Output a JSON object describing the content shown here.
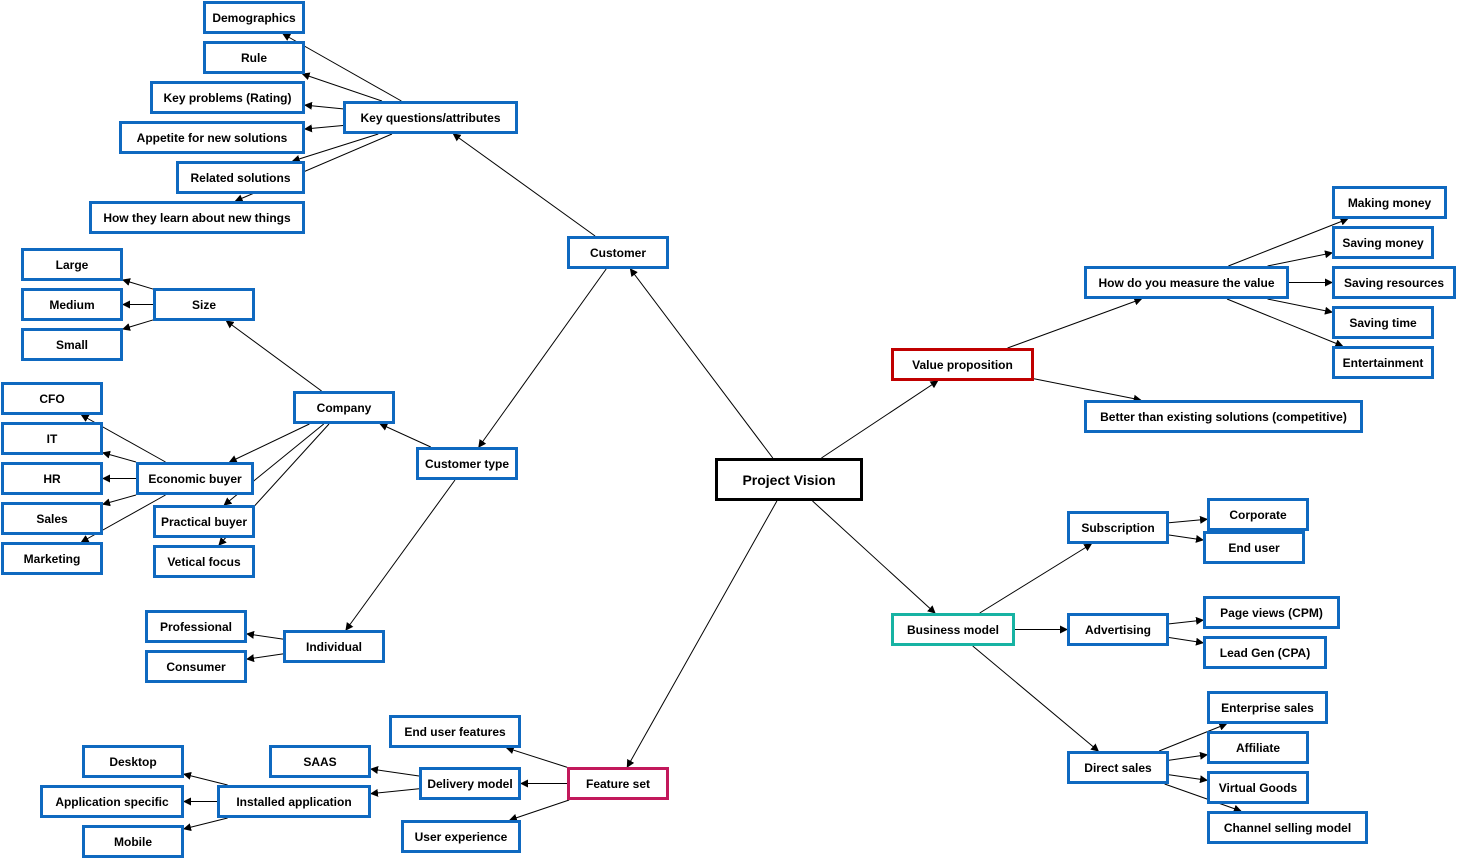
{
  "diagram": {
    "nodes": [
      {
        "id": "root",
        "label": "Project Vision",
        "style": "root"
      },
      {
        "id": "customer",
        "label": "Customer"
      },
      {
        "id": "kq",
        "label": "Key questions/attributes"
      },
      {
        "id": "demographics",
        "label": "Demographics"
      },
      {
        "id": "rule",
        "label": "Rule"
      },
      {
        "id": "keyproblems",
        "label": "Key problems (Rating)"
      },
      {
        "id": "appetite",
        "label": "Appetite for new solutions"
      },
      {
        "id": "related",
        "label": "Related solutions"
      },
      {
        "id": "howlearn",
        "label": "How they learn about new things"
      },
      {
        "id": "customertype",
        "label": "Customer type"
      },
      {
        "id": "company",
        "label": "Company"
      },
      {
        "id": "size",
        "label": "Size"
      },
      {
        "id": "large",
        "label": "Large"
      },
      {
        "id": "medium",
        "label": "Medium"
      },
      {
        "id": "small",
        "label": "Small"
      },
      {
        "id": "econbuyer",
        "label": "Economic buyer"
      },
      {
        "id": "cfo",
        "label": "CFO"
      },
      {
        "id": "it",
        "label": "IT"
      },
      {
        "id": "hr",
        "label": "HR"
      },
      {
        "id": "sales",
        "label": "Sales"
      },
      {
        "id": "marketing",
        "label": "Marketing"
      },
      {
        "id": "practical",
        "label": "Practical buyer"
      },
      {
        "id": "vetical",
        "label": "Vetical focus"
      },
      {
        "id": "individual",
        "label": "Individual"
      },
      {
        "id": "professional",
        "label": "Professional"
      },
      {
        "id": "consumer",
        "label": "Consumer"
      },
      {
        "id": "valueprop",
        "label": "Value proposition",
        "style": "red"
      },
      {
        "id": "measure",
        "label": "How do you measure the value"
      },
      {
        "id": "makingmoney",
        "label": "Making money"
      },
      {
        "id": "savingmoney",
        "label": "Saving money"
      },
      {
        "id": "savingresources",
        "label": "Saving resources"
      },
      {
        "id": "savingtime",
        "label": "Saving time"
      },
      {
        "id": "entertainment",
        "label": "Entertainment"
      },
      {
        "id": "better",
        "label": "Better than existing solutions (competitive)"
      },
      {
        "id": "businessmodel",
        "label": "Business model",
        "style": "teal"
      },
      {
        "id": "subscription",
        "label": "Subscription"
      },
      {
        "id": "corporate",
        "label": "Corporate"
      },
      {
        "id": "enduser",
        "label": "End user"
      },
      {
        "id": "advertising",
        "label": "Advertising"
      },
      {
        "id": "pageviews",
        "label": "Page views (CPM)"
      },
      {
        "id": "leadgen",
        "label": "Lead Gen (CPA)"
      },
      {
        "id": "directsales",
        "label": "Direct sales"
      },
      {
        "id": "enterprisesales",
        "label": "Enterprise sales"
      },
      {
        "id": "affiliate",
        "label": "Affiliate"
      },
      {
        "id": "virtualgoods",
        "label": "Virtual Goods"
      },
      {
        "id": "channel",
        "label": "Channel selling model"
      },
      {
        "id": "featureset",
        "label": "Feature set",
        "style": "magenta"
      },
      {
        "id": "enduserfeatures",
        "label": "End user features"
      },
      {
        "id": "delivery",
        "label": "Delivery model"
      },
      {
        "id": "saas",
        "label": "SAAS"
      },
      {
        "id": "installed",
        "label": "Installed application"
      },
      {
        "id": "desktop",
        "label": "Desktop"
      },
      {
        "id": "appspecific",
        "label": "Application specific"
      },
      {
        "id": "mobile",
        "label": "Mobile"
      },
      {
        "id": "userexperience",
        "label": "User experience"
      }
    ],
    "edges": [
      [
        "root",
        "customer"
      ],
      [
        "customer",
        "kq"
      ],
      [
        "kq",
        "demographics"
      ],
      [
        "kq",
        "rule"
      ],
      [
        "kq",
        "keyproblems"
      ],
      [
        "kq",
        "appetite"
      ],
      [
        "kq",
        "related"
      ],
      [
        "kq",
        "howlearn"
      ],
      [
        "customer",
        "customertype"
      ],
      [
        "customertype",
        "company"
      ],
      [
        "company",
        "size"
      ],
      [
        "size",
        "large"
      ],
      [
        "size",
        "medium"
      ],
      [
        "size",
        "small"
      ],
      [
        "company",
        "econbuyer"
      ],
      [
        "econbuyer",
        "cfo"
      ],
      [
        "econbuyer",
        "it"
      ],
      [
        "econbuyer",
        "hr"
      ],
      [
        "econbuyer",
        "sales"
      ],
      [
        "econbuyer",
        "marketing"
      ],
      [
        "company",
        "practical"
      ],
      [
        "company",
        "vetical"
      ],
      [
        "customertype",
        "individual"
      ],
      [
        "individual",
        "professional"
      ],
      [
        "individual",
        "consumer"
      ],
      [
        "root",
        "valueprop"
      ],
      [
        "valueprop",
        "measure"
      ],
      [
        "measure",
        "makingmoney"
      ],
      [
        "measure",
        "savingmoney"
      ],
      [
        "measure",
        "savingresources"
      ],
      [
        "measure",
        "savingtime"
      ],
      [
        "measure",
        "entertainment"
      ],
      [
        "valueprop",
        "better"
      ],
      [
        "root",
        "businessmodel"
      ],
      [
        "businessmodel",
        "subscription"
      ],
      [
        "subscription",
        "corporate"
      ],
      [
        "subscription",
        "enduser"
      ],
      [
        "businessmodel",
        "advertising"
      ],
      [
        "advertising",
        "pageviews"
      ],
      [
        "advertising",
        "leadgen"
      ],
      [
        "businessmodel",
        "directsales"
      ],
      [
        "directsales",
        "enterprisesales"
      ],
      [
        "directsales",
        "affiliate"
      ],
      [
        "directsales",
        "virtualgoods"
      ],
      [
        "directsales",
        "channel"
      ],
      [
        "root",
        "featureset"
      ],
      [
        "featureset",
        "enduserfeatures"
      ],
      [
        "featureset",
        "delivery"
      ],
      [
        "delivery",
        "saas"
      ],
      [
        "delivery",
        "installed"
      ],
      [
        "installed",
        "desktop"
      ],
      [
        "installed",
        "appspecific"
      ],
      [
        "installed",
        "mobile"
      ],
      [
        "featureset",
        "userexperience"
      ]
    ]
  }
}
